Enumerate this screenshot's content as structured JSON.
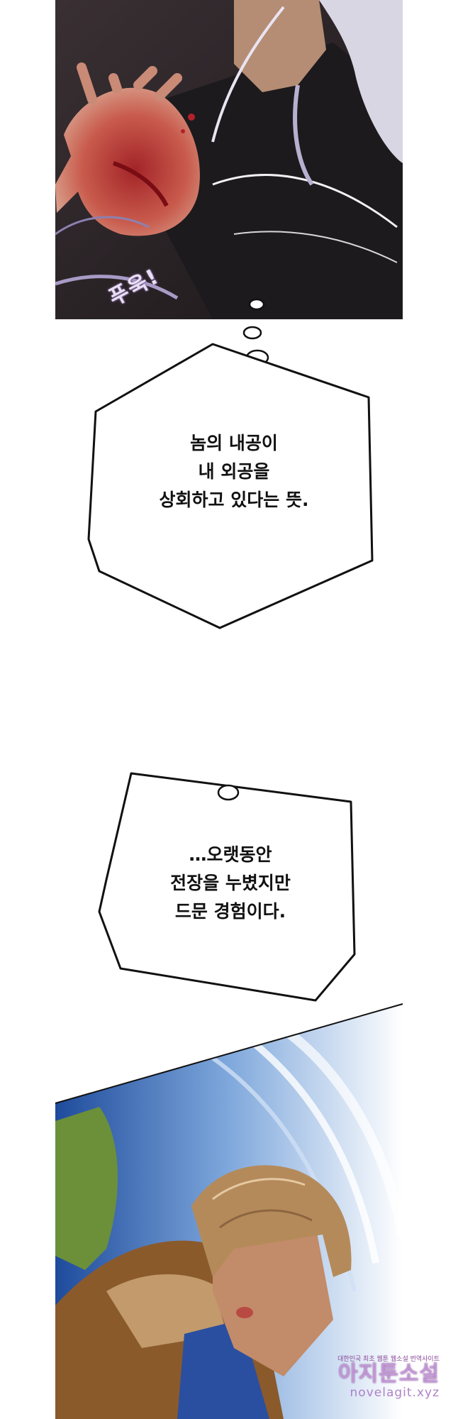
{
  "panels": {
    "top": {
      "sfx": "푸욱!"
    },
    "bottom": {}
  },
  "bubbles": [
    {
      "lines": [
        "놈의 내공이",
        "내 외공을",
        "상회하고 있다는 뜻."
      ]
    },
    {
      "lines": [
        "…오랫동안",
        "전장을 누볐지만",
        "드문 경험이다."
      ]
    }
  ],
  "watermark": {
    "small": "대한민국 최초 웹툰 웹소설 번역사이트",
    "big": "아지툰소설",
    "url": "novelagit.xyz"
  },
  "colors": {
    "panel_dark": "#2a2427",
    "blood": "#b3202a",
    "robe": "#1c1a1d",
    "hair_silver": "#d9d6e3",
    "hair_brown": "#b58a5a",
    "sky_blue": "#2b5fb0",
    "grass_green": "#6c8f3a",
    "vest": "#8b5a2b"
  }
}
